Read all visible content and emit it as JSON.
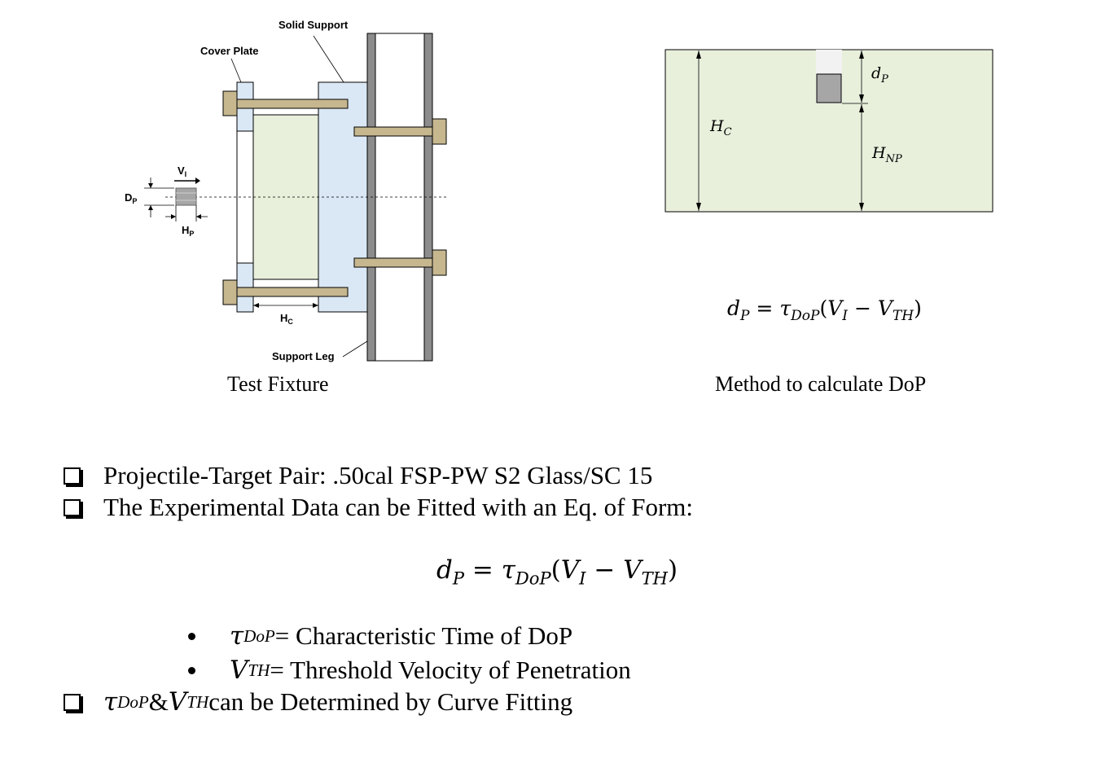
{
  "left_figure": {
    "labels": {
      "solid_support": "Solid Support",
      "cover_plate": "Cover Plate",
      "support_leg": "Support Leg",
      "vi": "V",
      "vi_sub": "I",
      "dp": "D",
      "dp_sub": "P",
      "hp": "H",
      "hp_sub": "P",
      "hc": "H",
      "hc_sub": "C"
    },
    "caption": "Test Fixture"
  },
  "right_figure": {
    "labels": {
      "dp": "d",
      "dp_sub": "P",
      "hc": "H",
      "hc_sub": "C",
      "hnp": "H",
      "hnp_sub": "NP"
    },
    "equation": {
      "lhs": "d",
      "lhs_sub": "P",
      "eq": " = ",
      "tau": "τ",
      "tau_sub": "DoP",
      "open": "(",
      "v1": "V",
      "v1_sub": "I",
      "minus": " − ",
      "v2": "V",
      "v2_sub": "TH",
      "close": ")"
    },
    "caption": "Method to calculate DoP"
  },
  "bullets": [
    {
      "text": "Projectile-Target Pair: .50cal FSP-PW S2 Glass/SC 15"
    },
    {
      "text": "The Experimental Data can be Fitted with an Eq. of Form:"
    }
  ],
  "main_equation": {
    "lhs": "d",
    "lhs_sub": "P",
    "eq": " = ",
    "tau": "τ",
    "tau_sub": "DoP",
    "open": "(",
    "v1": "V",
    "v1_sub": "I",
    "minus": " − ",
    "v2": "V",
    "v2_sub": "TH",
    "close": ")"
  },
  "sub_bullets": [
    {
      "sym": "τ",
      "sym_sub": "DoP",
      "text": " = Characteristic Time of DoP"
    },
    {
      "sym": "V",
      "sym_sub": "TH",
      "text": " = Threshold Velocity of Penetration"
    }
  ],
  "last_bullet": {
    "sym1": "τ",
    "sym1_sub": "DoP",
    "amp": " & ",
    "sym2": "V",
    "sym2_sub": "TH",
    "text": " can be Determined by Curve Fitting"
  },
  "colors": {
    "light_blue": "#dae7f4",
    "light_green": "#e8f0dc",
    "khaki": "#c6b78f",
    "leg_gray": "#8c8c8c",
    "projectile_gray": "#a6a6a6"
  }
}
